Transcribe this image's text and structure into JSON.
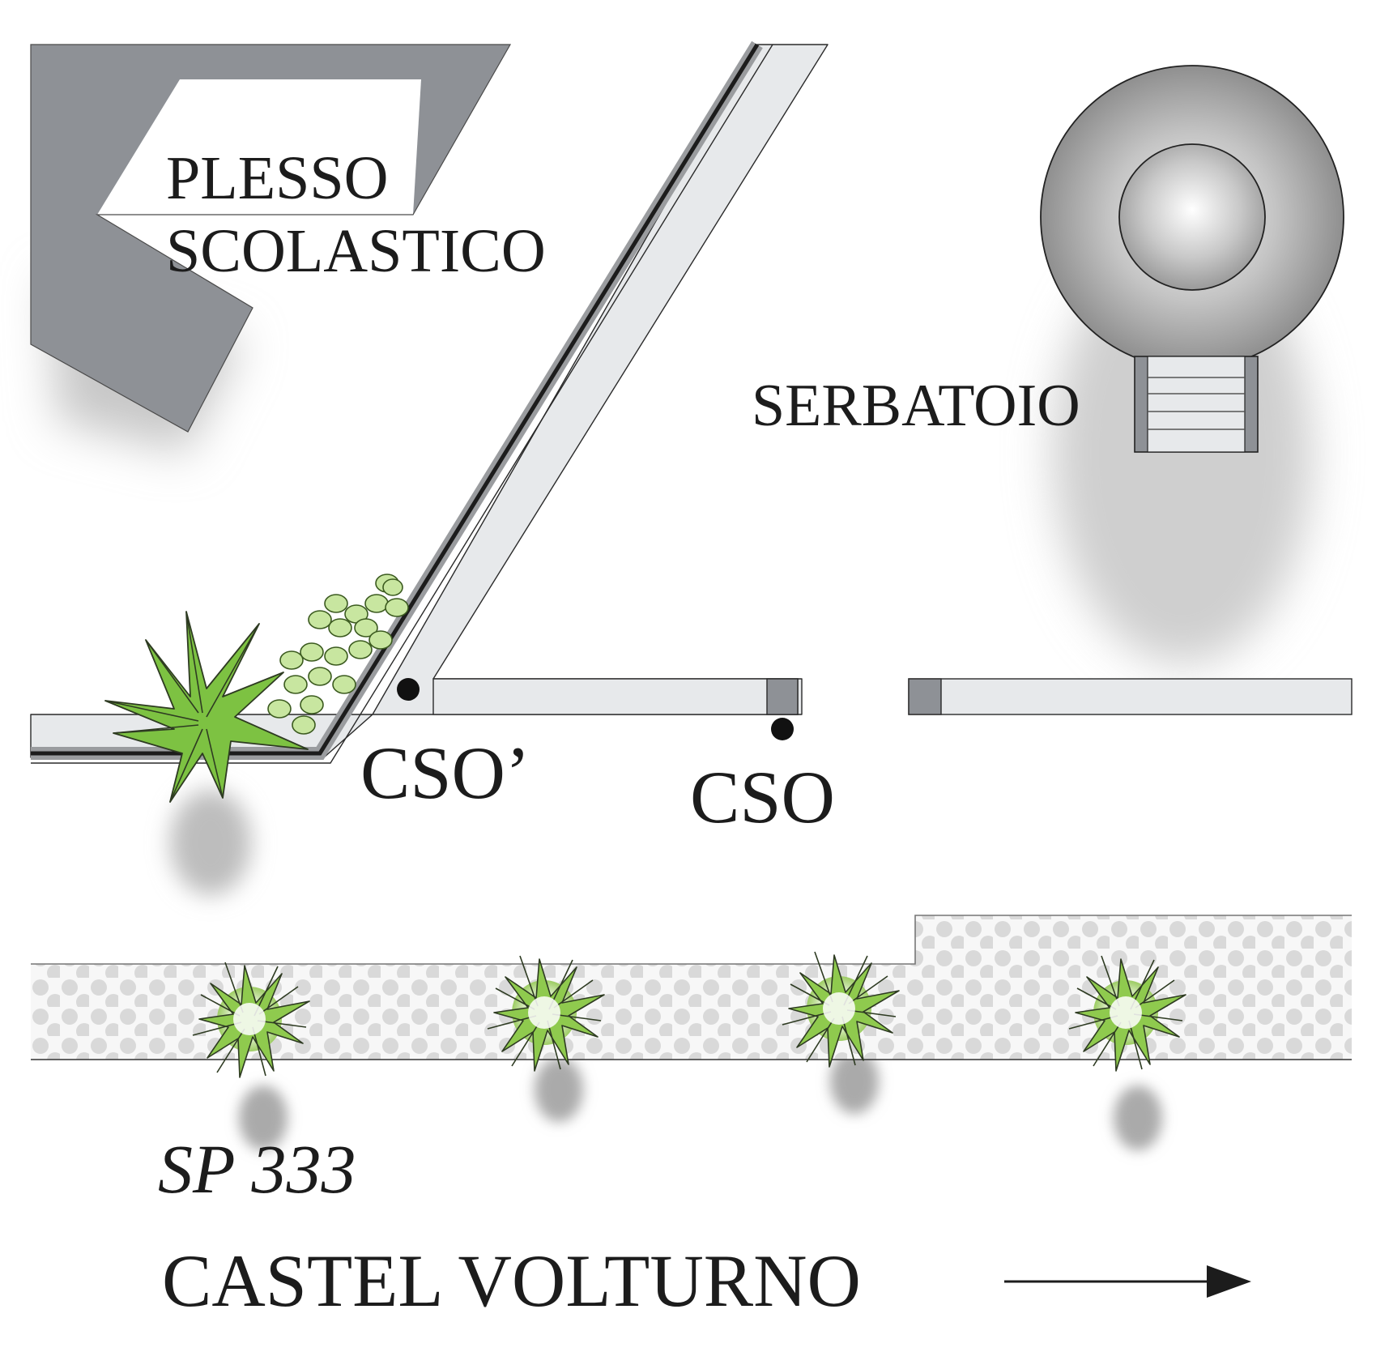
{
  "labels": {
    "school_line1": "PLESSO",
    "school_line2": "SCOLASTICO",
    "tank": "SERBATOIO",
    "cso_prime": "CSO’",
    "cso": "CSO",
    "road": "SP 333",
    "direction": "CASTEL VOLTURNO"
  },
  "colors": {
    "building": "#8e9196",
    "channel_fill": "#e7e9eb",
    "channel_edge": "#9a9c9f",
    "outfall_cap": "#8e9196",
    "road_dots": "#d9d9d9",
    "vegetation": "#7dc242",
    "vegetation_light": "#c8e6a0",
    "tank_gray": "#9b9b9b",
    "shadow": "#bdbdbd",
    "ink": "#1c1c1c"
  },
  "icons": {
    "outfall_points": "black-dot",
    "direction": "arrow-right-icon",
    "trees": "shrub-icon"
  }
}
